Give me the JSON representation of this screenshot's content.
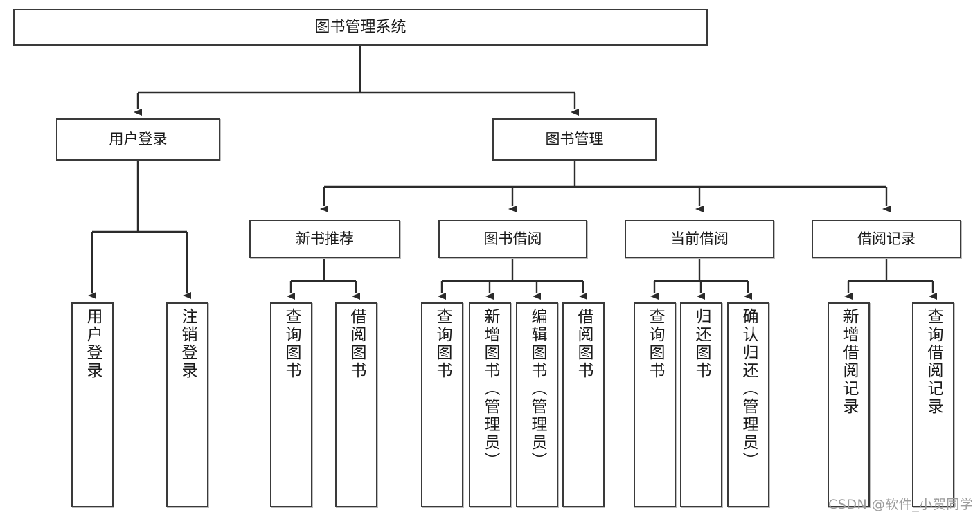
{
  "diagram": {
    "title": "图书管理系统",
    "type": "tree",
    "orientation": "top-down",
    "colors": {
      "box_border": "#3a3a3a",
      "box_fill": "#ffffff",
      "edge": "#2b2b2b",
      "text": "#1a1a1a",
      "watermark": "#9b9b9b"
    },
    "levels": {
      "root": {
        "label": "图书管理系统"
      },
      "level2": [
        {
          "label": "用户登录"
        },
        {
          "label": "图书管理"
        }
      ],
      "level3": [
        {
          "label": "新书推荐"
        },
        {
          "label": "图书借阅"
        },
        {
          "label": "当前借阅"
        },
        {
          "label": "借阅记录"
        }
      ],
      "leaves": {
        "user_login": [
          {
            "label": "用户登录"
          },
          {
            "label": "注销登录"
          }
        ],
        "new_book_recommend": [
          {
            "label": "查询图书"
          },
          {
            "label": "借阅图书"
          }
        ],
        "book_borrow": [
          {
            "label": "查询图书"
          },
          {
            "label": "新增图书（管理员）"
          },
          {
            "label": "编辑图书（管理员）"
          },
          {
            "label": "借阅图书"
          }
        ],
        "current_borrow": [
          {
            "label": "查询图书"
          },
          {
            "label": "归还图书"
          },
          {
            "label": "确认归还（管理员）"
          }
        ],
        "borrow_record": [
          {
            "label": "新增借阅记录"
          },
          {
            "label": "查询借阅记录"
          }
        ]
      }
    },
    "watermark": "CSDN @软件_小贺同学"
  }
}
